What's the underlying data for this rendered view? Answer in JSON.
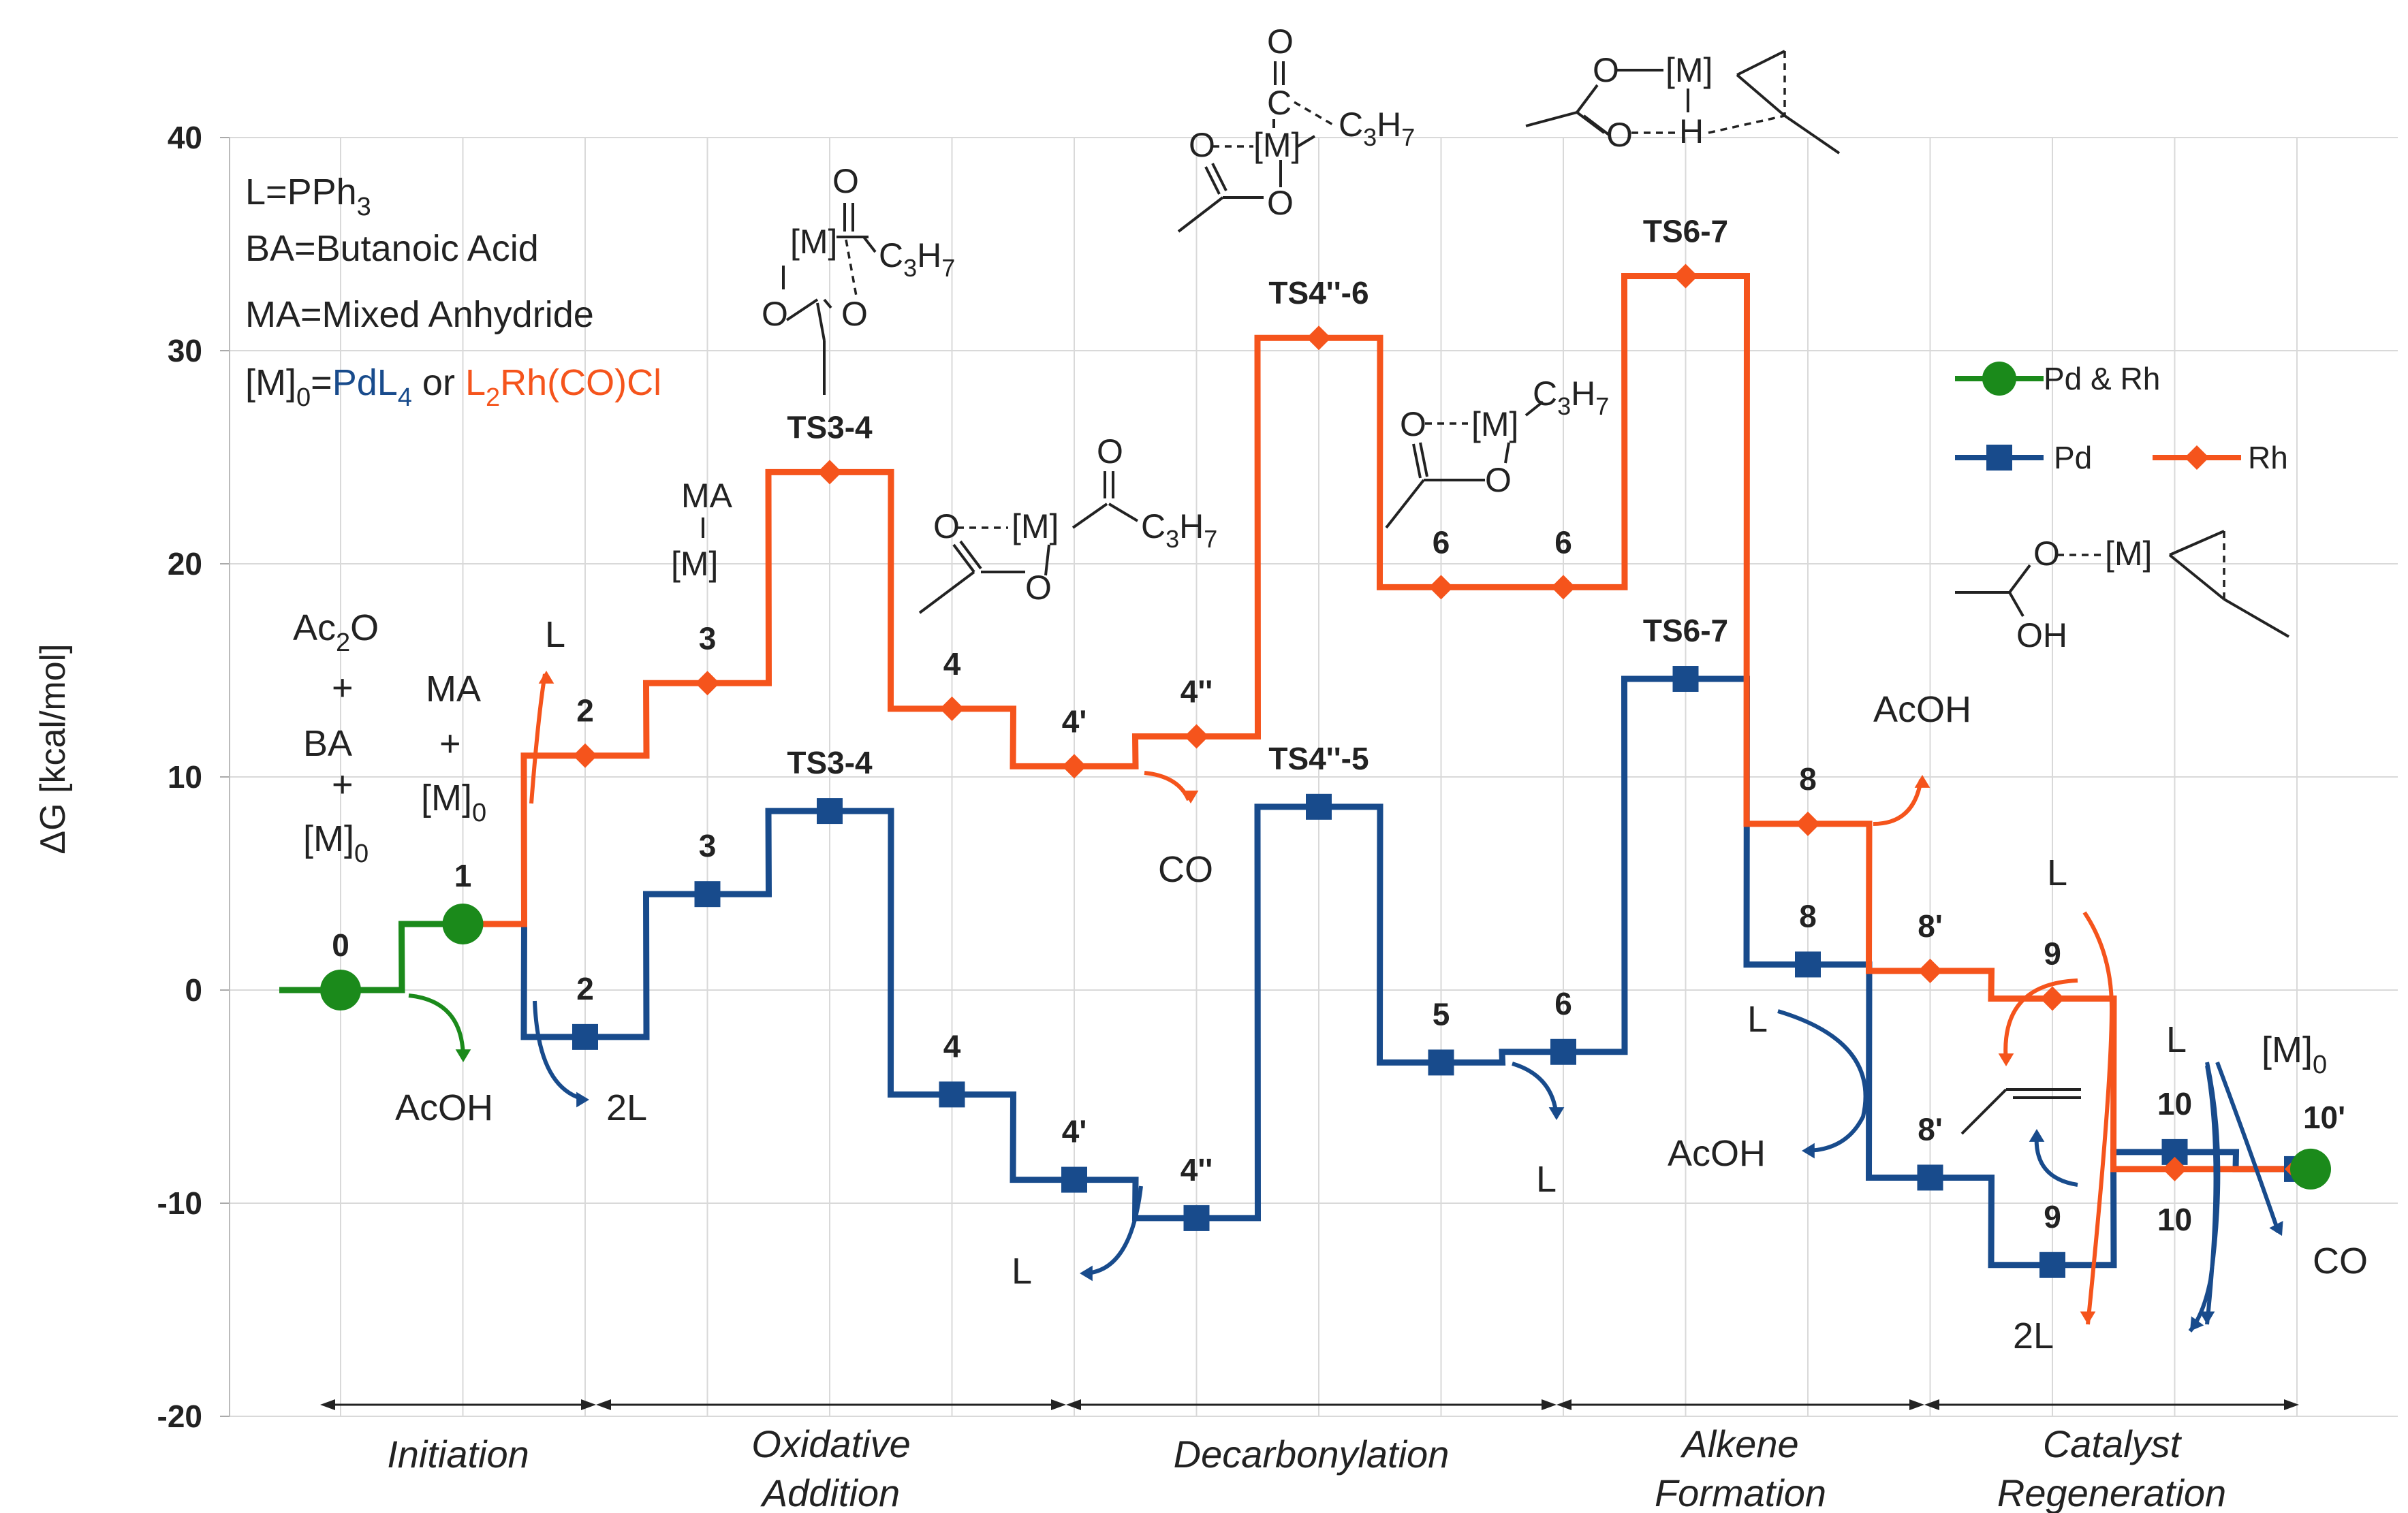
{
  "chart_data": {
    "type": "line",
    "ylabel": "ΔG [kcal/mol]",
    "ylim": [
      -20,
      40
    ],
    "yticks": [
      40,
      30,
      20,
      10,
      0,
      -10,
      -20
    ],
    "grid": true,
    "legend": {
      "placement": "right",
      "entries": [
        "Pd & Rh",
        "Pd",
        "Rh"
      ]
    },
    "colors": {
      "common": "#1b8a1b",
      "pd": "#184b8c",
      "rh": "#f5541c",
      "grid": "#d9d9d9"
    },
    "series": [
      {
        "name": "Pd & Rh",
        "marker": "circle",
        "points": [
          {
            "x": 0,
            "y": 0,
            "label": "0"
          },
          {
            "x": 1,
            "y": 3.1,
            "label": "1"
          }
        ]
      },
      {
        "name": "Pd",
        "marker": "square",
        "points": [
          {
            "x": 1,
            "y": 3.1,
            "label": ""
          },
          {
            "x": 2,
            "y": -2.2,
            "label": "2"
          },
          {
            "x": 3,
            "y": 4.5,
            "label": "3"
          },
          {
            "x": 4,
            "y": 8.4,
            "label": "TS3-4"
          },
          {
            "x": 5,
            "y": -4.9,
            "label": "4"
          },
          {
            "x": 6,
            "y": -8.9,
            "label": "4'"
          },
          {
            "x": 7,
            "y": -10.7,
            "label": "4''"
          },
          {
            "x": 8,
            "y": 8.6,
            "label": "TS4''-5"
          },
          {
            "x": 9,
            "y": -3.4,
            "label": "5"
          },
          {
            "x": 10,
            "y": -2.9,
            "label": "6"
          },
          {
            "x": 11,
            "y": 14.6,
            "label": "TS6-7"
          },
          {
            "x": 12,
            "y": 1.2,
            "label": "8"
          },
          {
            "x": 13,
            "y": -8.8,
            "label": "8'"
          },
          {
            "x": 14,
            "y": -12.9,
            "label": "9"
          },
          {
            "x": 15,
            "y": -7.6,
            "label": "10"
          },
          {
            "x": 16,
            "y": -8.4,
            "label": "10'"
          }
        ]
      },
      {
        "name": "Rh",
        "marker": "diamond",
        "points": [
          {
            "x": 1,
            "y": 3.1,
            "label": ""
          },
          {
            "x": 2,
            "y": 11.0,
            "label": "2"
          },
          {
            "x": 3,
            "y": 14.4,
            "label": "3"
          },
          {
            "x": 4,
            "y": 24.3,
            "label": "TS3-4"
          },
          {
            "x": 5,
            "y": 13.2,
            "label": "4"
          },
          {
            "x": 6,
            "y": 10.5,
            "label": "4'"
          },
          {
            "x": 7,
            "y": 11.9,
            "label": "4''"
          },
          {
            "x": 8,
            "y": 30.6,
            "label": "TS4''-6"
          },
          {
            "x": 9,
            "y": 18.9,
            "label": "6"
          },
          {
            "x": 10,
            "y": 18.9,
            "label": "6"
          },
          {
            "x": 11,
            "y": 33.5,
            "label": "TS6-7"
          },
          {
            "x": 12,
            "y": 7.8,
            "label": "8"
          },
          {
            "x": 13,
            "y": 0.9,
            "label": "8'"
          },
          {
            "x": 14,
            "y": -0.4,
            "label": "9"
          },
          {
            "x": 15,
            "y": -8.4,
            "label": "10"
          },
          {
            "x": 16,
            "y": -8.4,
            "label": ""
          }
        ]
      }
    ],
    "stages": [
      {
        "label1": "Initiation",
        "label2": ""
      },
      {
        "label1": "Oxidative",
        "label2": "Addition"
      },
      {
        "label1": "Decarbonylation",
        "label2": ""
      },
      {
        "label1": "Alkene",
        "label2": "Formation"
      },
      {
        "label1": "Catalyst",
        "label2": "Regeneration"
      }
    ],
    "key": {
      "line1": "L=PPh",
      "line1_sub": "3",
      "line2": "BA=Butanoic Acid",
      "line3": "MA=Mixed Anhydride",
      "line4a": "[M]",
      "line4a_sub": "0",
      "line4b": "=",
      "line4c": "PdL",
      "line4c_sub": "4",
      "line4d": " or ",
      "line4e": "L",
      "line4e_sub": "2",
      "line4f": "Rh(CO)Cl"
    },
    "annotations": {
      "ac2o": "Ac",
      "ac2o_sub": "2",
      "ac2o_tail": "O",
      "plus": "+",
      "ba": "BA",
      "m": "[M]",
      "m_sub": "0",
      "ma": "MA",
      "l": "L",
      "two_l": "2L",
      "acoh": "AcOH",
      "co": "CO"
    },
    "chem": {
      "m": "[M]",
      "o": "O",
      "c": "C",
      "h": "H",
      "oh": "OH",
      "c3h7": "C",
      "c3h7_sub1": "3",
      "c3h7_h": "H",
      "c3h7_sub2": "7",
      "ma": "MA"
    }
  }
}
